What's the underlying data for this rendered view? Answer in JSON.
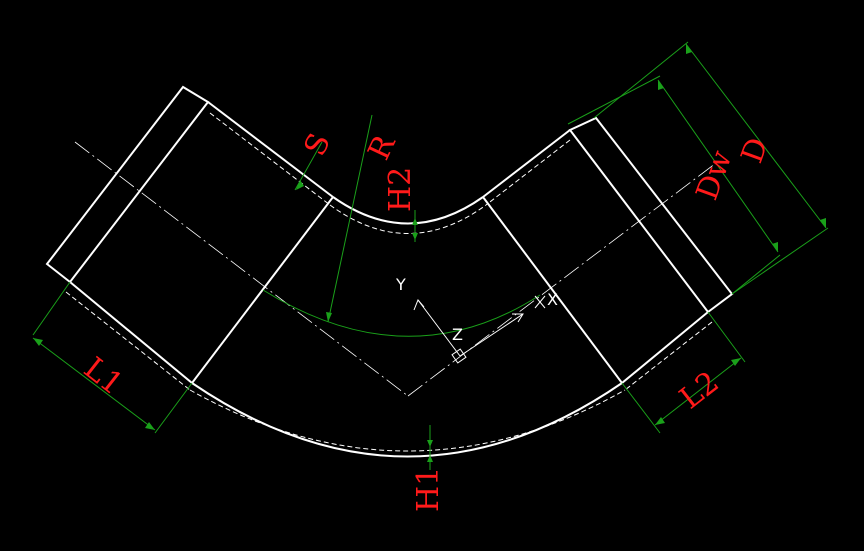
{
  "drawing": {
    "background": "#000000",
    "outline_color": "#ffffff",
    "dimension_line_color": "#1aa01a",
    "label_color": "#ff1a1a"
  },
  "labels": {
    "S": "S",
    "R": "R",
    "H2": "H2",
    "H1": "H1",
    "Dw": "Dw",
    "D": "D",
    "L1": "L1",
    "L2": "L2"
  },
  "ucs": {
    "x": "X",
    "y": "Y",
    "z": "Z"
  }
}
